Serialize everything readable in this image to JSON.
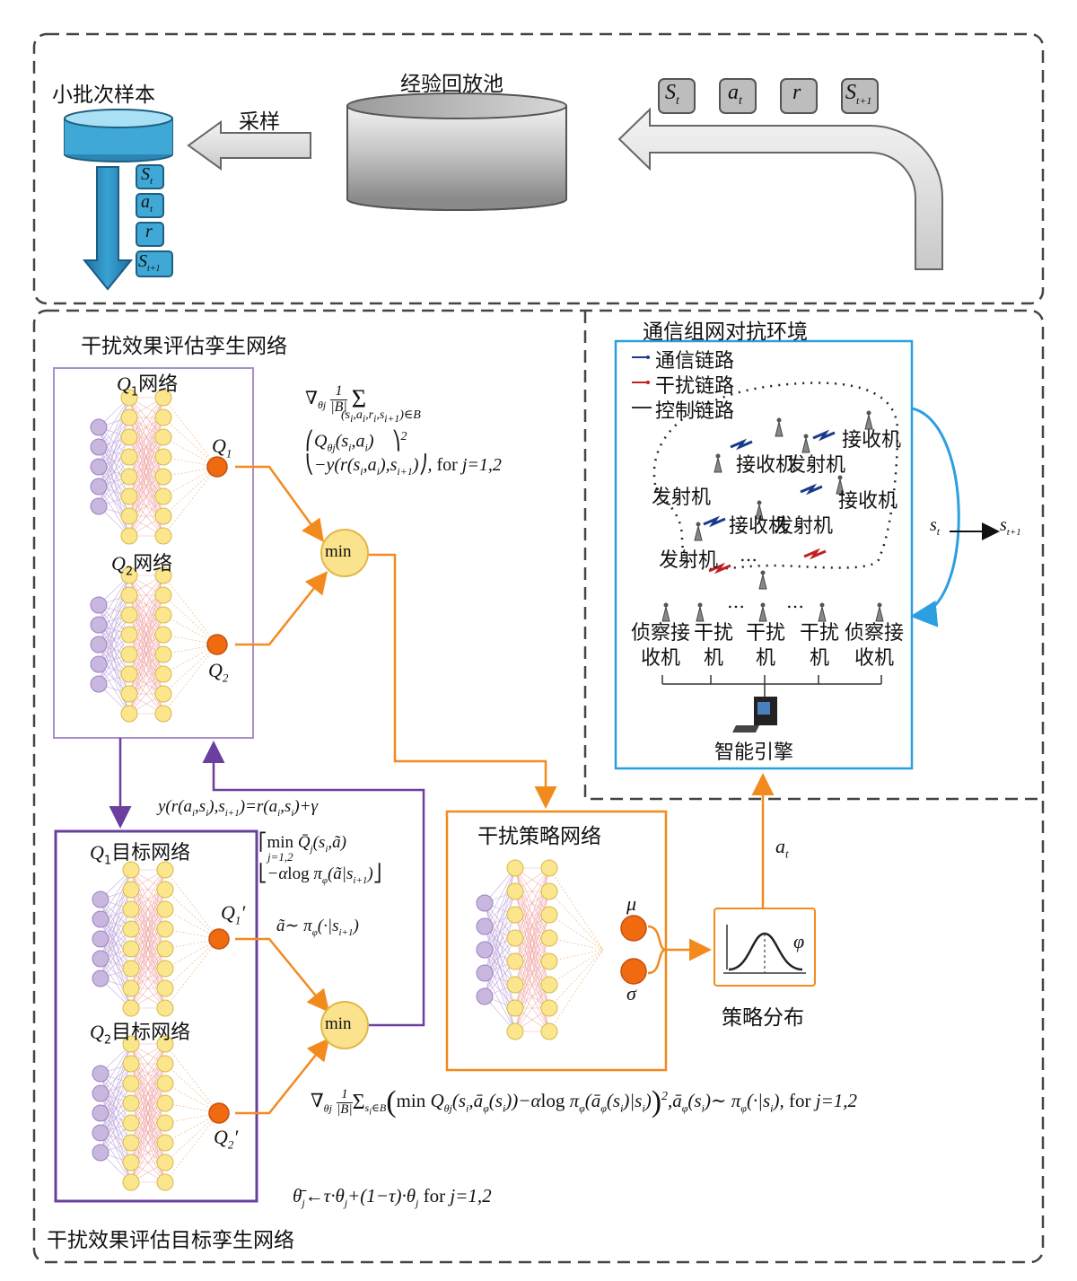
{
  "top": {
    "minibatch_title": "小批次样本",
    "sample_label": "采样",
    "replay_title": "经验回放池",
    "tuple": [
      "S_t",
      "a_t",
      "r",
      "S_t+1"
    ],
    "mini_tuple": [
      "S_t",
      "a_t",
      "r",
      "S_t+1"
    ]
  },
  "critic": {
    "title": "干扰效果评估孪生网络",
    "q1_title": "Q1网络",
    "q2_title": "Q2网络",
    "q1_out": "Q1",
    "q2_out": "Q2",
    "min_label": "min"
  },
  "target": {
    "title": "干扰效果评估目标孪生网络",
    "q1_title": "Q1目标网络",
    "q2_title": "Q2目标网络",
    "q1_out": "Q1′",
    "q2_out": "Q2′",
    "min_label": "min"
  },
  "actor": {
    "title": "干扰策略网络",
    "mu": "μ",
    "sigma": "σ",
    "dist_label": "策略分布",
    "phi": "φ"
  },
  "env": {
    "title": "通信组网对抗环境",
    "legend": [
      "通信链路",
      "干扰链路",
      "控制链路"
    ],
    "nodes": [
      "接收机",
      "接收机",
      "发射机",
      "发射机",
      "接收机",
      "接收机",
      "发射机",
      "发射机",
      "侦察接收机",
      "干扰机",
      "干扰机",
      "干扰机",
      "侦察接收机"
    ],
    "engine": "智能引擎",
    "transition_from": "s_t",
    "transition_to": "s_t+1",
    "action": "a_t"
  },
  "formulas": {
    "critic_grad": "∇θj 1/|B| Σ(si,ai,ri,si+1)∈B (Qθj(si,ai) − y(r(si,ai),si+1))², for j=1,2",
    "target_y": "y(r(ai,si),si+1) = r(ai,si) + γ [min j=1,2 Q̄j(si,ã) − α log πφ(ã|si+1)]",
    "target_action": "ã ~ πφ(·|si+1)",
    "actor_grad": "∇θj 1/|B| Σsi∈B (min Qθj(si,āφ(si)) − α log πφ(āφ(si)|si))², āφ(si) ~ πφ(·|si), for j=1,2",
    "soft_update": "θ̄j ← τ·θj + (1−τ)·θj for j=1,2"
  }
}
